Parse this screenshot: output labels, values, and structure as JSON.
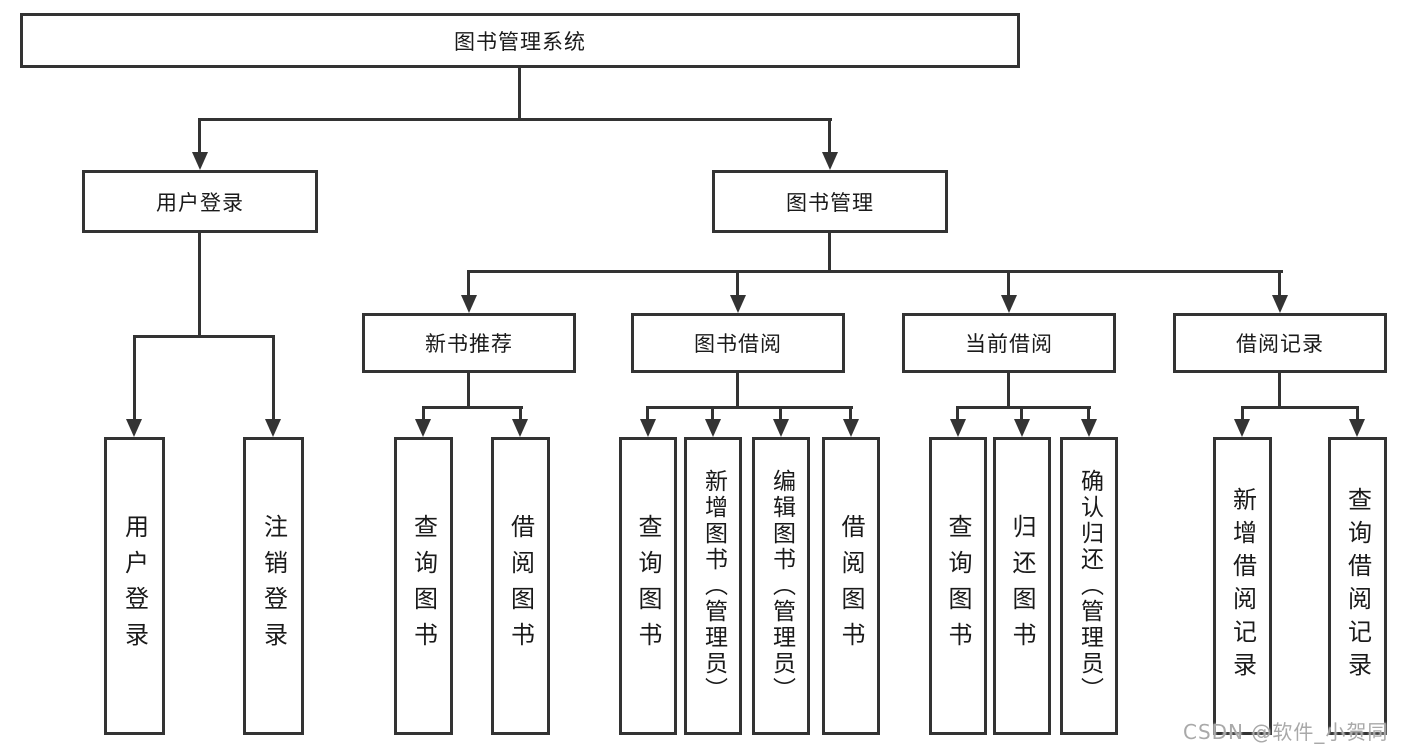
{
  "diagram": {
    "type": "tree",
    "root": {
      "label": "图书管理系统"
    },
    "branches": [
      {
        "label": "用户登录",
        "children": [
          {
            "label": "用户登录"
          },
          {
            "label": "注销登录"
          }
        ]
      },
      {
        "label": "图书管理",
        "children": [
          {
            "label": "新书推荐",
            "children": [
              {
                "label": "查询图书"
              },
              {
                "label": "借阅图书"
              }
            ]
          },
          {
            "label": "图书借阅",
            "children": [
              {
                "label": "查询图书"
              },
              {
                "label": "新增图书（管理员）"
              },
              {
                "label": "编辑图书（管理员）"
              },
              {
                "label": "借阅图书"
              }
            ]
          },
          {
            "label": "当前借阅",
            "children": [
              {
                "label": "查询图书"
              },
              {
                "label": "归还图书"
              },
              {
                "label": "确认归还（管理员）"
              }
            ]
          },
          {
            "label": "借阅记录",
            "children": [
              {
                "label": "新增借阅记录"
              },
              {
                "label": "查询借阅记录"
              }
            ]
          }
        ]
      }
    ]
  },
  "watermark": {
    "text": "CSDN @软件_小贺同学"
  },
  "colors": {
    "line": "#333333",
    "text": "#1a1a1a",
    "background": "#ffffff",
    "watermark": "#a9a9a9"
  }
}
